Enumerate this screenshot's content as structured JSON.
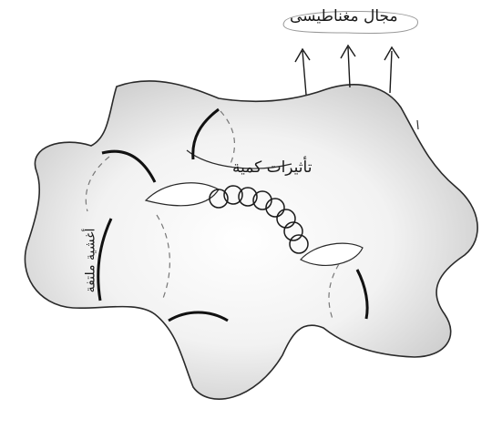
{
  "labels": {
    "magnetic_field": "مجال مغناطيسى",
    "quantum_effects": "تأثيرات كمية",
    "wrapped_membranes": "أغشية ملتفة"
  },
  "colors": {
    "ink": "#1a1a1a",
    "surface": "#d9d9d9",
    "surface_light": "#f7f7f7",
    "background": "#ffffff"
  }
}
